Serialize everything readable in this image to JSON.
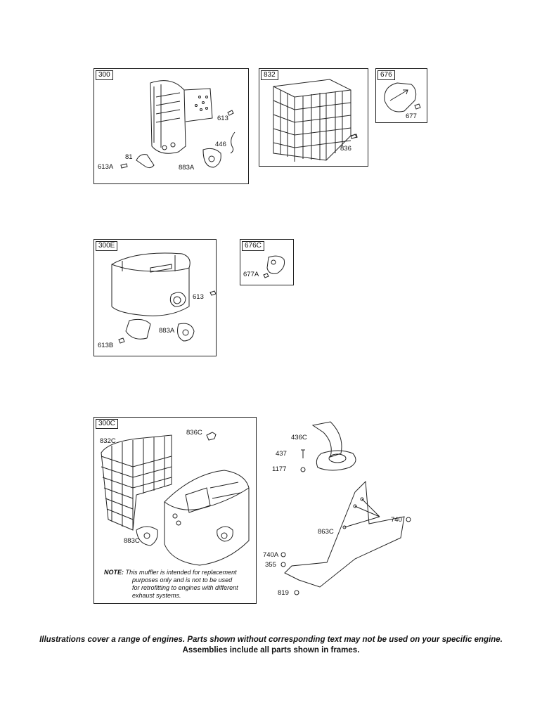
{
  "frames": {
    "f300": "300",
    "f832": "832",
    "f676": "676",
    "f300E": "300E",
    "f676C": "676C",
    "f300C": "300C"
  },
  "parts": {
    "p613a": "613",
    "p446": "446",
    "p81": "81",
    "p613A": "613A",
    "p883A": "883A",
    "p836": "836",
    "p677": "677",
    "p613b": "613",
    "p883A2": "883A",
    "p613B": "613B",
    "p677A": "677A",
    "p836C": "836C",
    "p832C": "832C",
    "p883C": "883C",
    "p436C": "436C",
    "p437": "437",
    "p1177": "1177",
    "p740": "740",
    "p863C": "863C",
    "p740A": "740A",
    "p355": "355",
    "p819": "819"
  },
  "note": {
    "label": "NOTE:",
    "line1": "This muffler is intended for replacement",
    "line2": "purposes only and is not to be used",
    "line3": "for retrofitting to engines with different",
    "line4": "exhaust systems."
  },
  "footer": {
    "line1": "Illustrations cover a range of engines. Parts shown without corresponding text may not be used on your specific engine.",
    "line2": "Assemblies include all parts shown in frames."
  }
}
